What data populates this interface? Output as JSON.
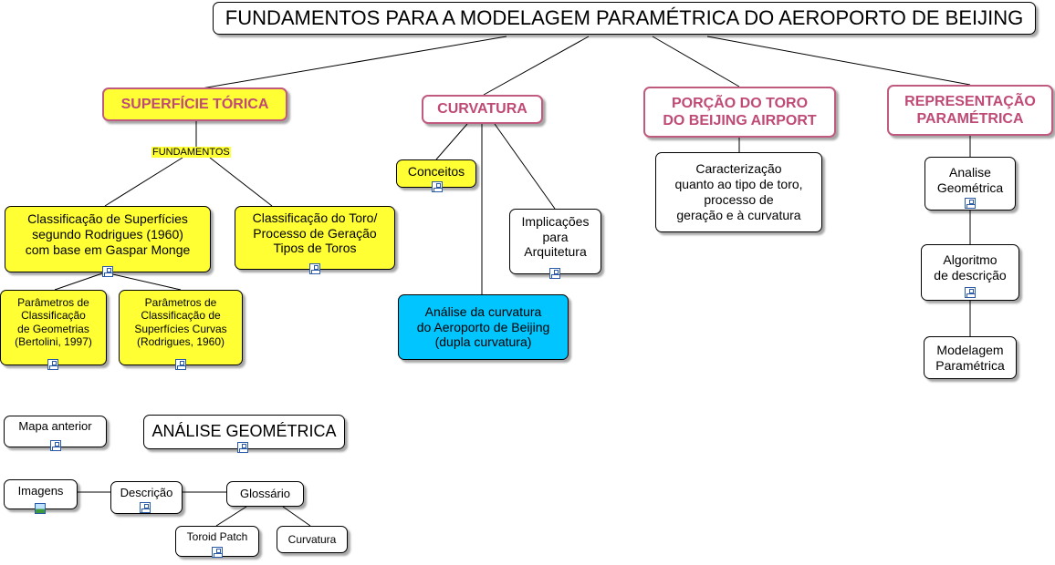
{
  "title": "FUNDAMENTOS PARA A MODELAGEM PARAMÉTRICA DO AEROPORTO DE BEIJING",
  "nodes": {
    "superficie": "SUPERFÍCIE TÓRICA",
    "fundamentos": "FUNDAMENTOS",
    "classif_superficies": "Classificação de Superfícies\nsegundo Rodrigues (1960)\ncom base em Gaspar Monge",
    "classif_toro": "Classificação do Toro/\nProcesso de Geração\nTipos de Toros",
    "param_geometrias": "Parâmetros de\nClassificação\nde Geometrias\n(Bertolini, 1997)",
    "param_superficies": "Parâmetros de\nClassificação de\nSuperfícies Curvas\n(Rodrigues, 1960)",
    "curvatura_main": "CURVATURA",
    "conceitos": "Conceitos",
    "implicacoes": "Implicações\npara\nArquitetura",
    "analise_curvatura": "Análise da curvatura\ndo Aeroporto de Beijing\n(dupla curvatura)",
    "porcao": "PORÇÃO DO TORO\nDO BEIJING AIRPORT",
    "caracterizacao": "Caracterização\nquanto ao tipo de toro,\nprocesso de\ngeração e à curvatura",
    "representacao": "REPRESENTAÇÃO\nPARAMÉTRICA",
    "analise_geometrica_small": "Analise\nGeométrica",
    "algoritmo": "Algoritmo\nde descrição",
    "modelagem": "Modelagem\nParamétrica",
    "mapa_anterior": "Mapa anterior",
    "analise_geometrica_big": "ANÁLISE GEOMÉTRICA",
    "imagens": "Imagens",
    "descricao": "Descrição",
    "glossario": "Glossário",
    "toroid_patch": "Toroid Patch",
    "curvatura_small": "Curvatura"
  },
  "colors": {
    "yellow": "#ffff33",
    "cyan": "#00c5ff",
    "pink_border": "#c05a7e",
    "pink_text": "#c04a76"
  }
}
